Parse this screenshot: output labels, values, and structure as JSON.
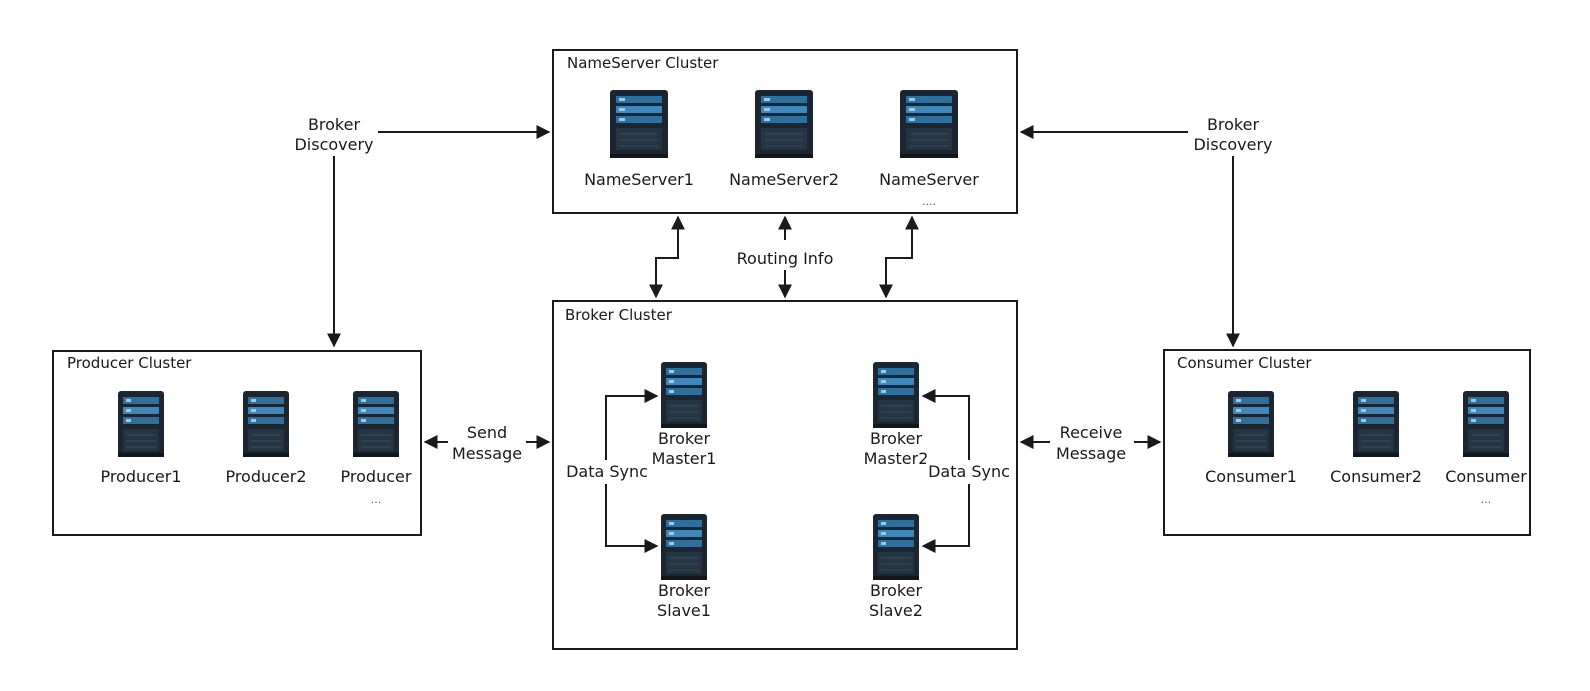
{
  "colors": {
    "line": "#1a1a1a",
    "server_body": "#1b2631",
    "server_panel": "#2e6f9e",
    "server_panel_light": "#3f86bb"
  },
  "clusters": {
    "nameserver": {
      "title": "NameServer Cluster",
      "nodes": [
        {
          "icon": "server-icon",
          "label": "NameServer1"
        },
        {
          "icon": "server-icon",
          "label": "NameServer2"
        },
        {
          "icon": "server-icon",
          "label": "NameServer",
          "more": "...."
        }
      ]
    },
    "producer": {
      "title": "Producer Cluster",
      "nodes": [
        {
          "icon": "server-icon",
          "label": "Producer1"
        },
        {
          "icon": "server-icon",
          "label": "Producer2"
        },
        {
          "icon": "server-icon",
          "label": "Producer",
          "more": "..."
        }
      ]
    },
    "broker": {
      "title": "Broker Cluster",
      "nodes": [
        {
          "icon": "server-icon",
          "label_line1": "Broker",
          "label_line2": "Master1"
        },
        {
          "icon": "server-icon",
          "label_line1": "Broker",
          "label_line2": "Slave1"
        },
        {
          "icon": "server-icon",
          "label_line1": "Broker",
          "label_line2": "Master2"
        },
        {
          "icon": "server-icon",
          "label_line1": "Broker",
          "label_line2": "Slave2"
        }
      ]
    },
    "consumer": {
      "title": "Consumer Cluster",
      "nodes": [
        {
          "icon": "server-icon",
          "label": "Consumer1"
        },
        {
          "icon": "server-icon",
          "label": "Consumer2"
        },
        {
          "icon": "server-icon",
          "label": "Consumer",
          "more": "..."
        }
      ]
    }
  },
  "edges": {
    "broker_discovery_left": {
      "line1": "Broker",
      "line2": "Discovery"
    },
    "broker_discovery_right": {
      "line1": "Broker",
      "line2": "Discovery"
    },
    "routing_info": "Routing Info",
    "send_message": {
      "line1": "Send",
      "line2": "Message"
    },
    "receive_message": {
      "line1": "Receive",
      "line2": "Message"
    },
    "data_sync_left": "Data Sync",
    "data_sync_right": "Data Sync"
  }
}
